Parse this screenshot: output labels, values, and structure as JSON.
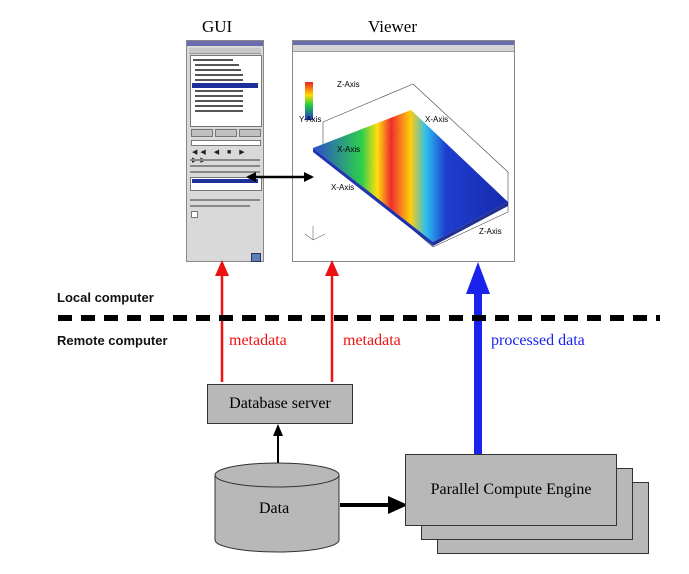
{
  "gui": {
    "title": "GUI"
  },
  "viewer": {
    "title": "Viewer",
    "axes": {
      "x_axis": "X-Axis",
      "y_axis": "Y-Axis",
      "z_axis": "Z-Axis"
    }
  },
  "zones": {
    "local": "Local computer",
    "remote": "Remote computer"
  },
  "edges": {
    "metadata_left": "metadata",
    "metadata_right": "metadata",
    "processed": "processed data"
  },
  "nodes": {
    "database_server": "Database server",
    "data": "Data",
    "compute_engine": "Parallel Compute Engine"
  },
  "colors": {
    "metadata_arrow": "#ee1111",
    "processed_arrow": "#1a22ee",
    "box_fill": "#b8b8b8"
  }
}
